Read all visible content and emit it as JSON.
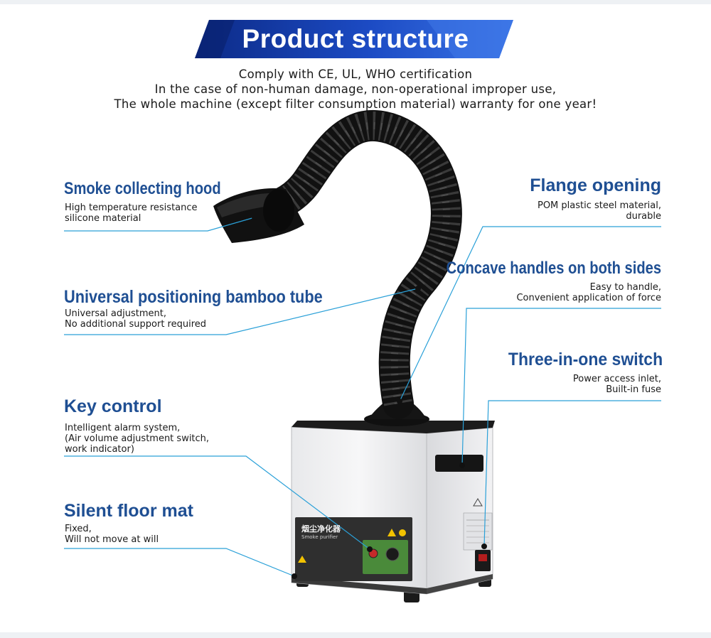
{
  "banner": {
    "title": "Product structure",
    "colors": {
      "dark": "#0c2a86",
      "light": "#2f63d6"
    }
  },
  "certification_lines": [
    "Comply with CE, UL, WHO certification",
    "In the case of non-human damage, non-operational improper use,",
    "The whole machine (except filter consumption material) warranty for one year!"
  ],
  "features": {
    "smoke_hood": {
      "title": "Smoke collecting hood",
      "lines": [
        "High temperature resistance",
        "silicone material"
      ]
    },
    "bamboo_tube": {
      "title": "Universal positioning bamboo tube",
      "lines": [
        "Universal adjustment,",
        "No additional support required"
      ]
    },
    "key_control": {
      "title": "Key control",
      "lines": [
        "Intelligent alarm system,",
        "(Air volume adjustment switch,",
        "work indicator)"
      ]
    },
    "floor_mat": {
      "title": "Silent floor mat",
      "lines": [
        "Fixed,",
        "Will not move at will"
      ]
    },
    "flange": {
      "title": "Flange opening",
      "lines": [
        "POM plastic steel material,",
        "durable"
      ]
    },
    "handles": {
      "title": "Concave handles on both sides",
      "lines": [
        "Easy to handle,",
        "Convenient application of force"
      ]
    },
    "switch": {
      "title": "Three-in-one switch",
      "lines": [
        "Power access inlet,",
        "Built-in fuse"
      ]
    }
  },
  "device": {
    "label_cn": "烟尘净化器",
    "label_en": "Smoke purifier",
    "accent_color": "#1f4f93",
    "line_color": "#2aa0d8"
  }
}
